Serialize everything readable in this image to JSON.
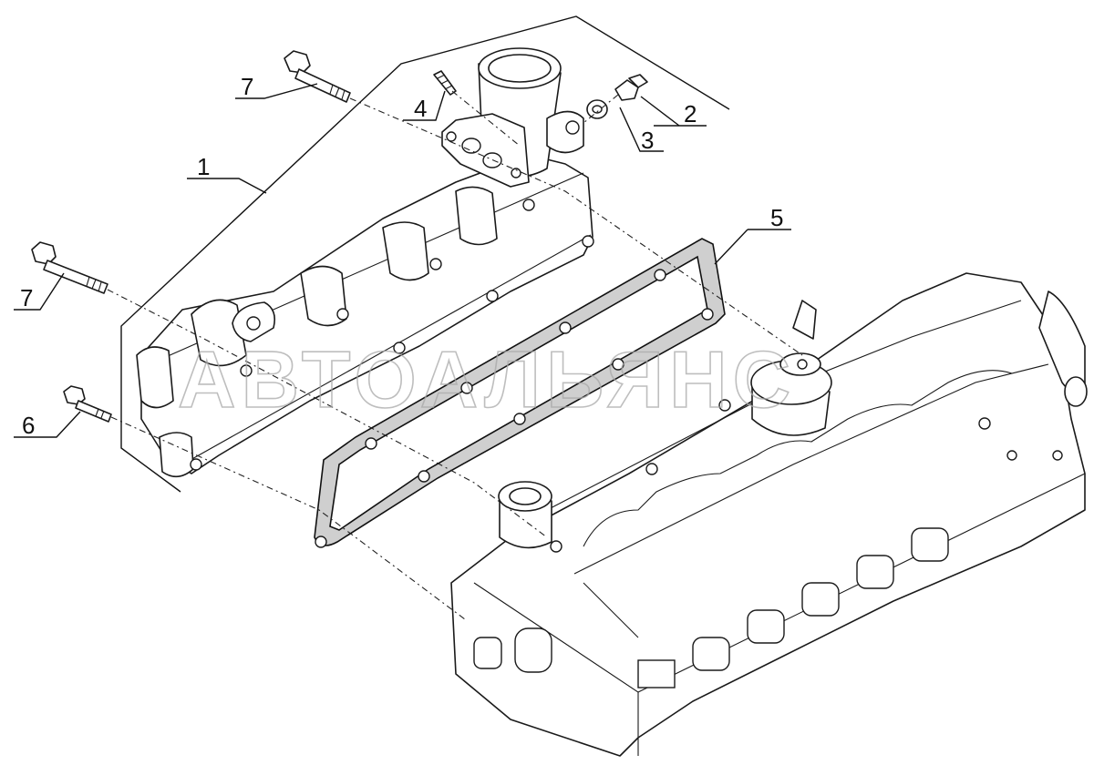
{
  "callouts": [
    {
      "id": "1",
      "label": "1"
    },
    {
      "id": "2",
      "label": "2"
    },
    {
      "id": "3",
      "label": "3"
    },
    {
      "id": "4",
      "label": "4"
    },
    {
      "id": "5",
      "label": "5"
    },
    {
      "id": "6",
      "label": "6"
    },
    {
      "id": "7a",
      "label": "7"
    },
    {
      "id": "7b",
      "label": "7"
    }
  ],
  "watermark": "АВТОАЛЬЯНС"
}
